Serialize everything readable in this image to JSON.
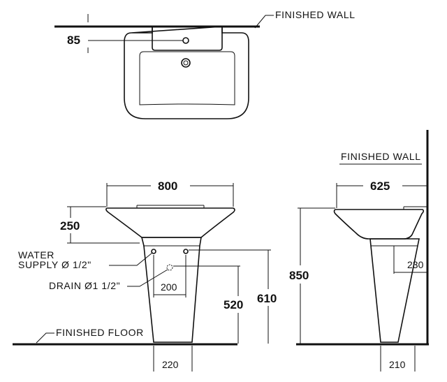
{
  "labels": {
    "finished_wall_top": "FINISHED  WALL",
    "finished_wall_side": "FINISHED  WALL",
    "finished_floor": "FINISHED  FLOOR",
    "water_supply_line1": "WATER",
    "water_supply_line2": "SUPPLY  Ø 1/2\"",
    "drain": "DRAIN  Ø1  1/2\""
  },
  "dimensions": {
    "top_offset": "85",
    "width_front": "800",
    "basin_height": "250",
    "supply_spacing": "200",
    "drain_height": "520",
    "supply_height": "610",
    "overall_height": "850",
    "depth_side": "625",
    "wall_to_pedestal": "230",
    "pedestal_base_front": "220",
    "pedestal_base_side": "210"
  }
}
